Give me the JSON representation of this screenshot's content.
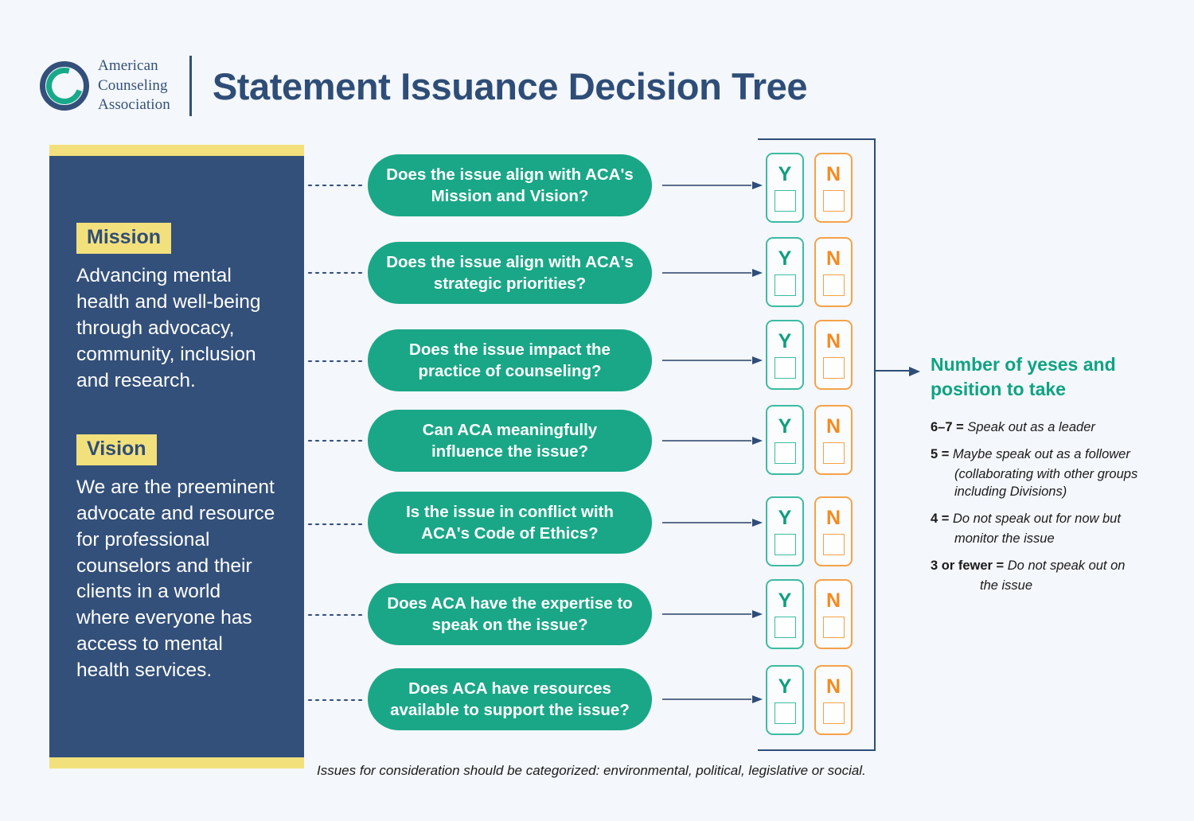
{
  "header": {
    "logo_line1": "American",
    "logo_line2": "Counseling",
    "logo_line3": "Association",
    "title": "Statement Issuance Decision Tree"
  },
  "sidebar": {
    "mission_tag": "Mission",
    "mission_text": "Advancing mental health and well-being through advocacy, community, inclusion and research.",
    "vision_tag": "Vision",
    "vision_text": "We are the preeminent advocate and resource for professional counselors and their clients in a world where everyone has access to mental health services."
  },
  "questions": [
    {
      "text": "Does the issue align with ACA's Mission and Vision?"
    },
    {
      "text": "Does the issue align with ACA's strategic priorities?"
    },
    {
      "text": "Does the issue impact the practice of counseling?"
    },
    {
      "text": "Can ACA meaningfully influence the issue?"
    },
    {
      "text": "Is the issue in conflict with ACA's Code of Ethics?"
    },
    {
      "text": "Does ACA have the expertise to speak on the issue?"
    },
    {
      "text": "Does ACA have resources available to support the issue?"
    }
  ],
  "answers": {
    "yes_label": "Y",
    "no_label": "N"
  },
  "legend": {
    "title": "Number of yeses and position to take",
    "items": [
      {
        "key": "6–7 = ",
        "value": "Speak out as a leader",
        "cont": []
      },
      {
        "key": "5 = ",
        "value": "Maybe speak out as a follower",
        "cont": [
          "(collaborating with other groups",
          "including Divisions)"
        ]
      },
      {
        "key": "4 = ",
        "value": "Do not speak out for now but",
        "cont": [
          "monitor the issue"
        ]
      },
      {
        "key": "3 or fewer = ",
        "value": "Do not speak out on",
        "cont": [
          "the issue"
        ]
      }
    ]
  },
  "footnote": "Issues for consideration should be categorized: environmental, political, legislative or social.",
  "colors": {
    "background": "#f4f7fb",
    "navy": "#33507a",
    "teal": "#1aa787",
    "yellow": "#f2e07c",
    "orange": "#f58a1f",
    "legend_title": "#0fa383"
  }
}
